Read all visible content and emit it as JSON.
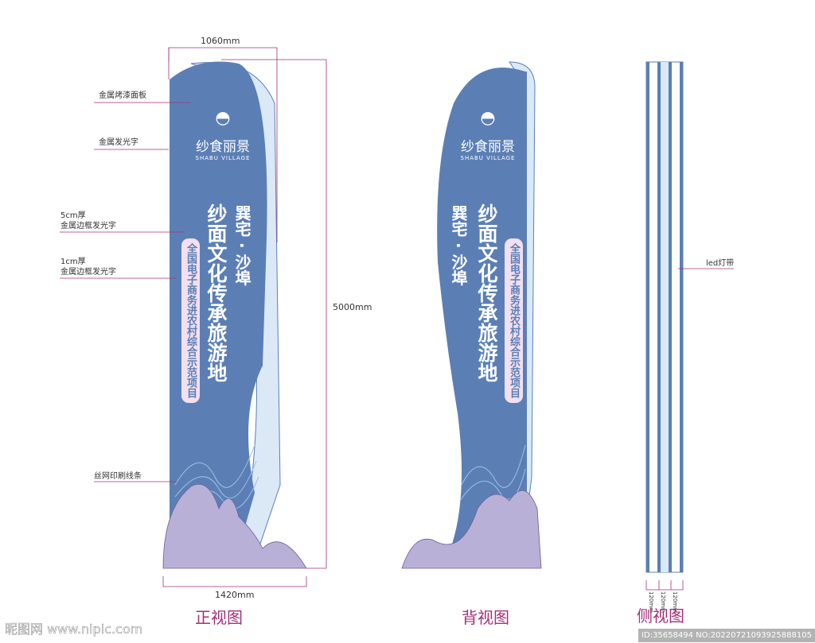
{
  "dimensions": {
    "width": "1060mm",
    "height": "5000mm",
    "base": "1420mm",
    "side_segments": [
      "120mm",
      "120mm",
      "120mm"
    ]
  },
  "callouts": {
    "panel": "金属烤漆面板",
    "logo_letters": "金属发光字",
    "thick_5cm": [
      "5cm厚",
      "金属边框发光字"
    ],
    "thick_1cm": [
      "1cm厚",
      "金属边框发光字"
    ],
    "screen_lines": "丝网印刷线条",
    "led": "led灯带"
  },
  "sign": {
    "brand_cn": "纱食丽景",
    "brand_en": "SHABU VILLAGE",
    "subtitle": "巽宅 · 沙埠",
    "title": "纱面文化传承旅游地",
    "badge": "全国电子商务进农村综合示范项目"
  },
  "captions": {
    "front": "正视图",
    "back": "背视图",
    "side": "侧视图"
  },
  "watermark": {
    "left": "昵图网 www.nipic.com",
    "right": "ID:35658494 NO:20220721093925888105"
  },
  "colors": {
    "panel": "#5b7fb5",
    "mountain": "#b8b0d6",
    "accent": "#a3307a",
    "light": "#dbe9f6"
  }
}
